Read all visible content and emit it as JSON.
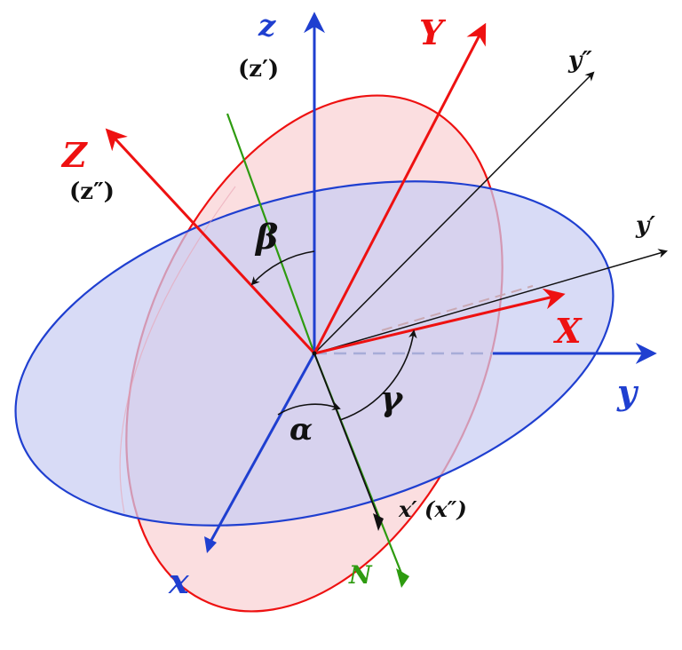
{
  "colors": {
    "blue": "#1f3fd0",
    "red": "#ee1111",
    "black": "#111111",
    "green": "#2e9b10",
    "blue_fill": "#d9dcf5",
    "red_fill": "#f9d3d6"
  },
  "labels": {
    "z": "z",
    "z_prime": "(z′)",
    "Y": "Y",
    "y_double_prime": "y″",
    "Z": "Z",
    "z_double_prime": "(z″)",
    "y_prime": "y′",
    "X": "X",
    "y": "y",
    "beta": "β",
    "gamma": "γ",
    "alpha": "α",
    "x_prime": "x′ (x″)",
    "x": "x",
    "N": "N"
  }
}
